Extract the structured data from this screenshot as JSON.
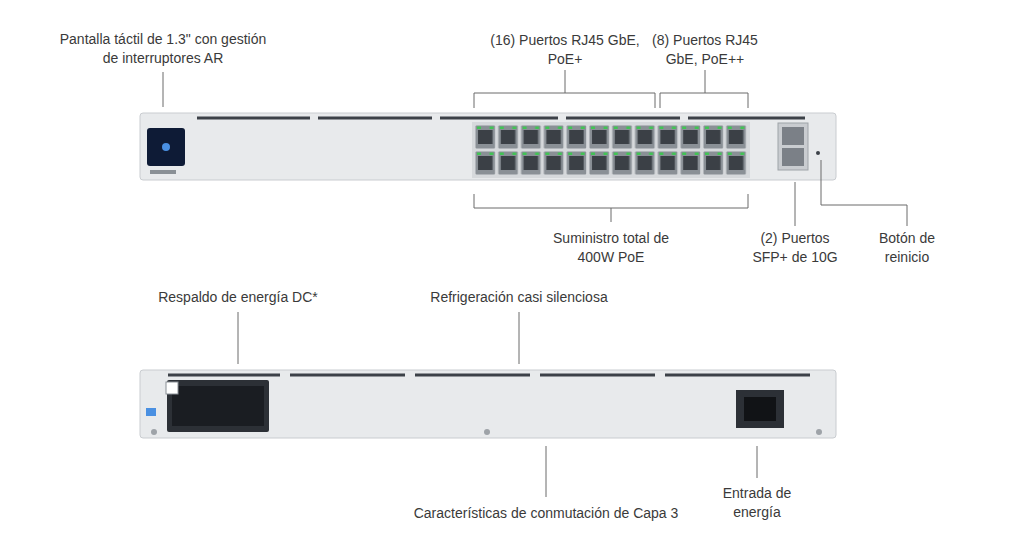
{
  "diagram": {
    "labels": [
      "Pantalla táctil de 1.3\" con gestión de interruptores AR",
      "(16) Puertos RJ45 GbE, PoE+",
      "(8) Puertos RJ45 GbE, PoE++",
      "Suministro total de 400W PoE",
      "(2) Puertos SFP+ de 10G",
      "Botón de reinicio",
      "Respaldo de energía DC*",
      "Refrigeración casi silenciosa",
      "Características de conmutación de Capa 3",
      "Entrada de energía"
    ]
  }
}
